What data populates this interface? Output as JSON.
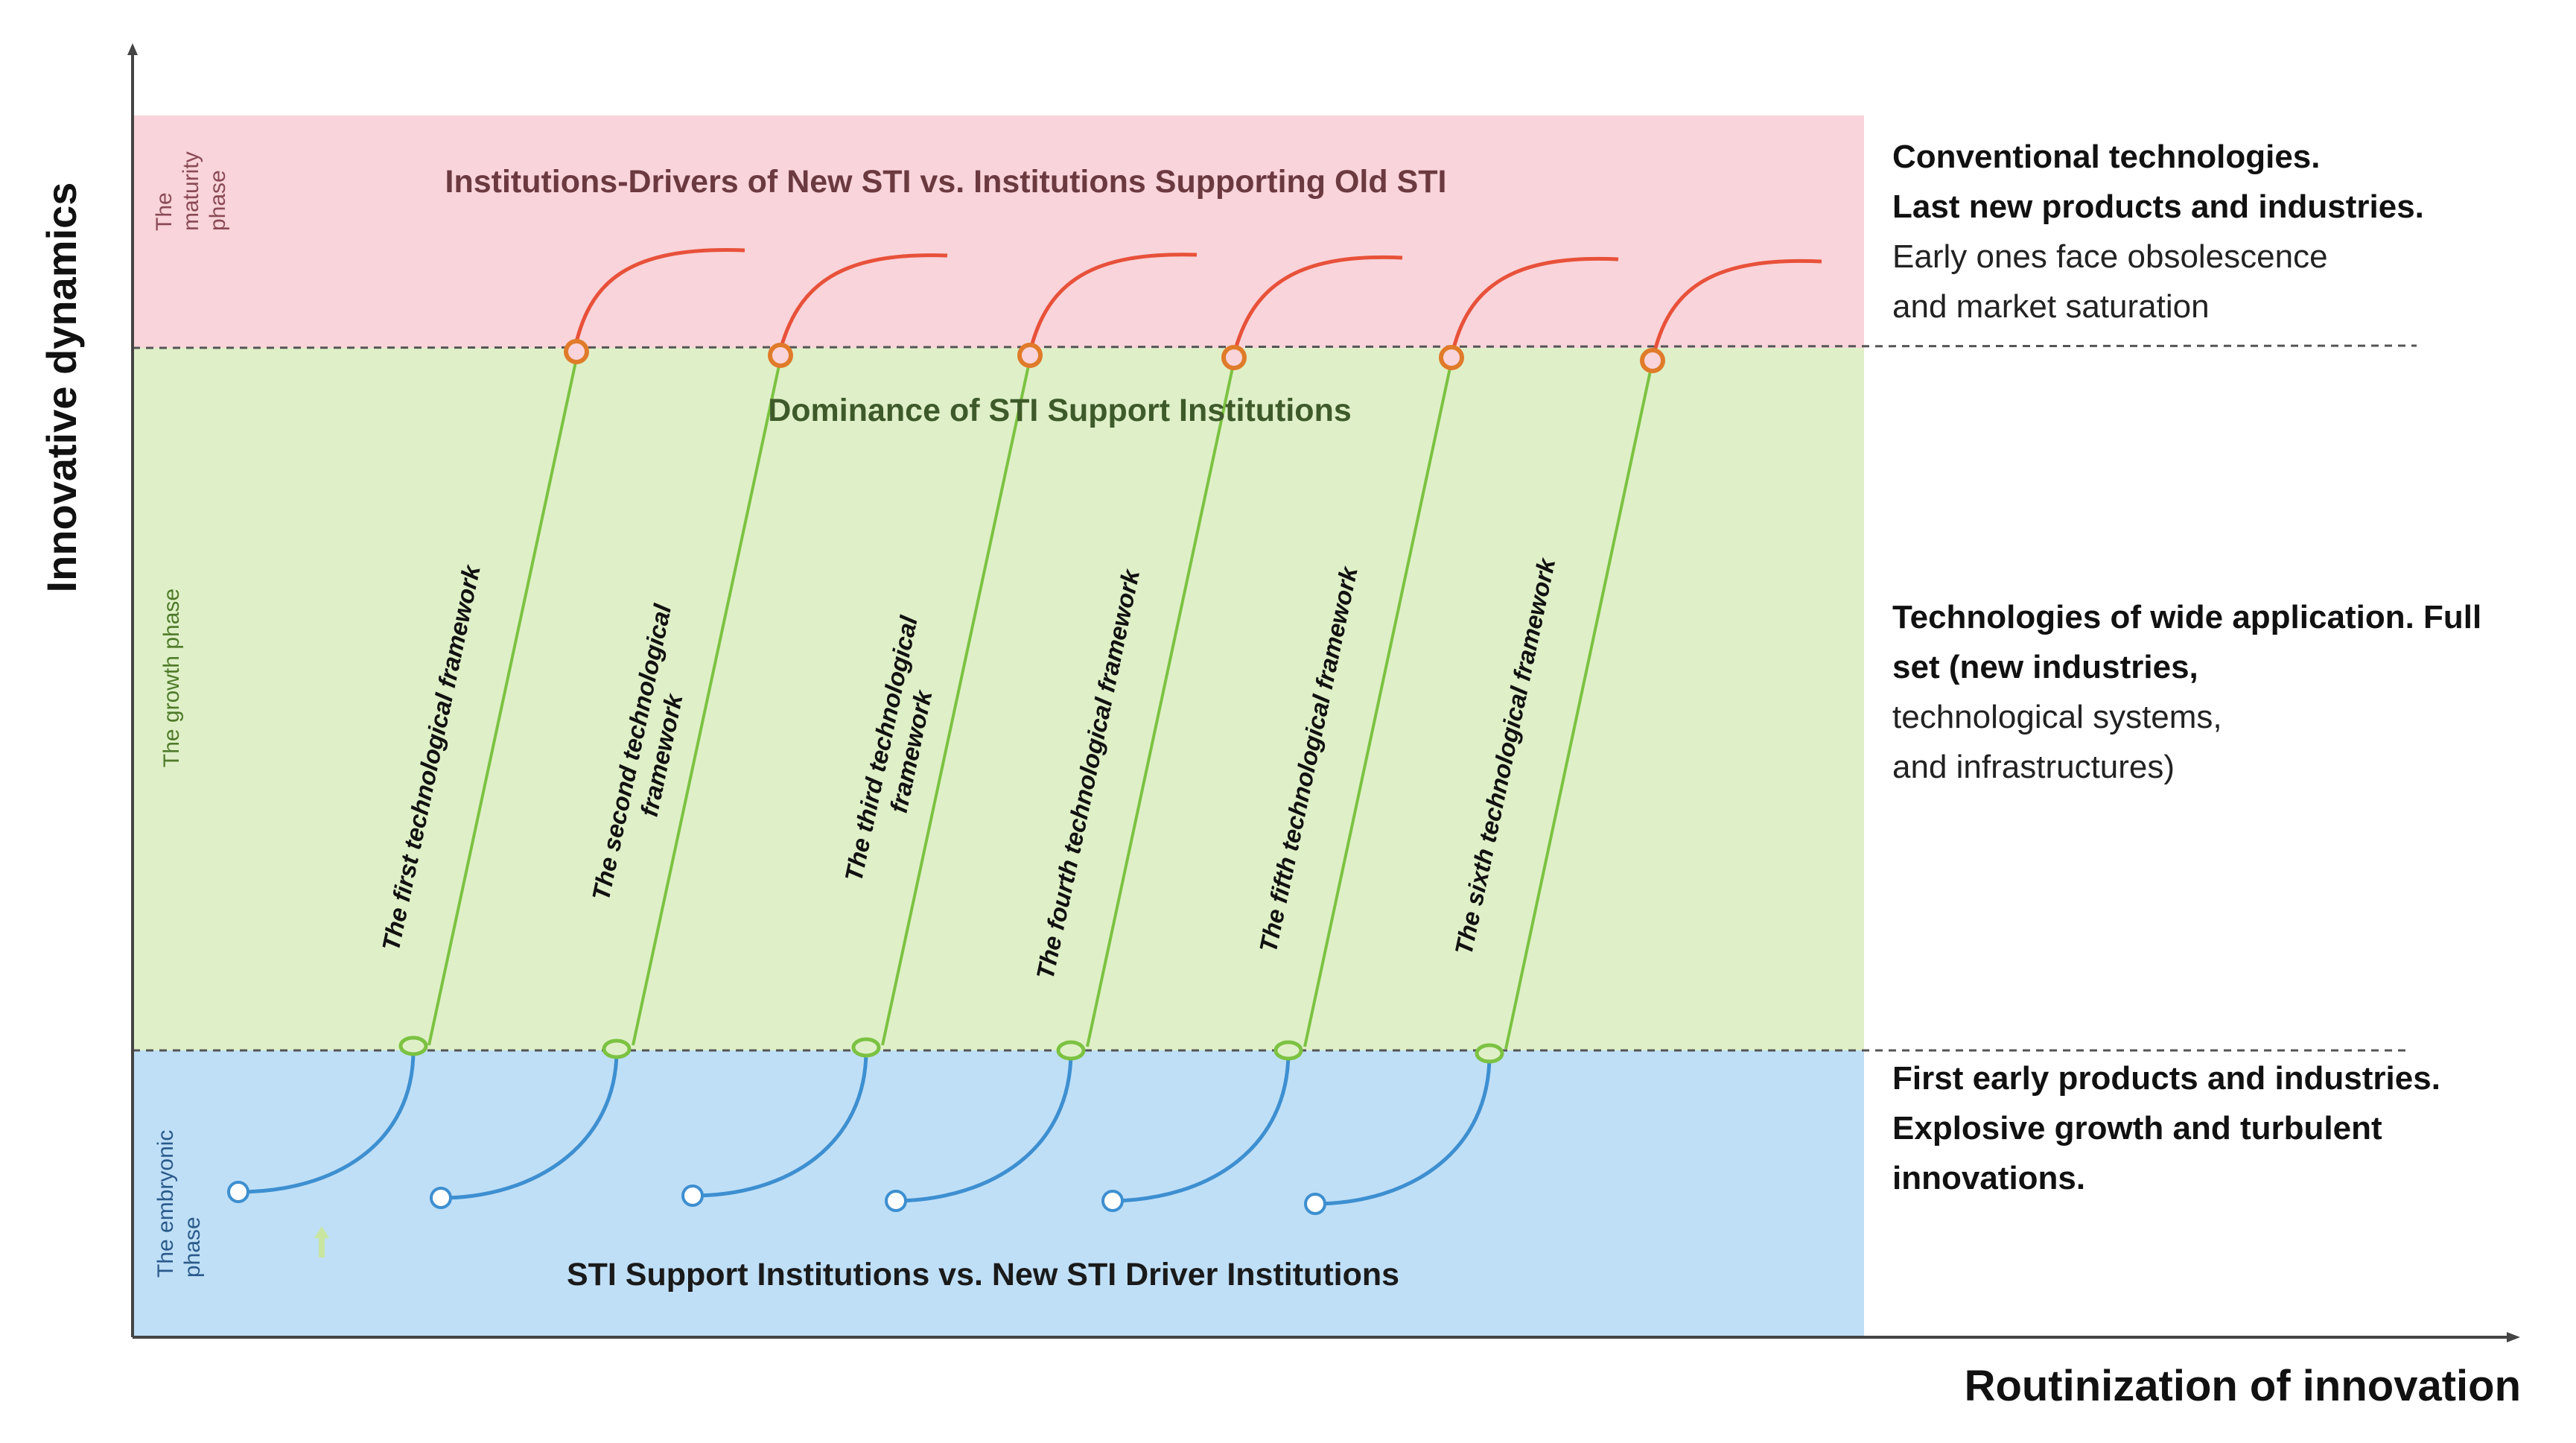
{
  "axes": {
    "y_label": "Innovative dynamics",
    "x_label": "Routinization of innovation"
  },
  "phases": {
    "maturity": {
      "lines": [
        "The",
        "maturity",
        "phase"
      ]
    },
    "growth": {
      "lines": [
        "The growth phase"
      ]
    },
    "embryonic": {
      "lines": [
        "The embryonic",
        "phase"
      ]
    }
  },
  "band_titles": {
    "maturity": "Institutions-Drivers of New STI vs. Institutions Supporting Old STI",
    "growth": "Dominance of STI Support Institutions",
    "embryonic": "STI Support Institutions vs. New STI Driver Institutions"
  },
  "frameworks": [
    {
      "label": [
        "The first technological framework"
      ]
    },
    {
      "label": [
        "The second technological",
        "framework"
      ]
    },
    {
      "label": [
        "The third technological",
        "framework"
      ]
    },
    {
      "label": [
        "The fourth technological framework"
      ]
    },
    {
      "label": [
        "The fifth technological framework"
      ]
    },
    {
      "label": [
        "The sixth technological framework"
      ]
    }
  ],
  "side_notes": {
    "maturity": [
      {
        "text": "Conventional technologies.",
        "bold": true
      },
      {
        "text": "Last new products and industries.",
        "bold": true
      },
      {
        "text": "Early ones face obsolescence",
        "bold": false
      },
      {
        "text": "and market saturation",
        "bold": false
      }
    ],
    "growth": [
      {
        "text": "Technologies of wide application. Full",
        "bold": true
      },
      {
        "text": "set (new industries,",
        "bold": true
      },
      {
        "text": " technological systems,",
        "bold": false
      },
      {
        "text": " and infrastructures)",
        "bold": false
      }
    ],
    "embryonic": [
      {
        "text": "First early products and industries.",
        "bold": true
      },
      {
        "text": "Explosive growth and turbulent",
        "bold": true
      },
      {
        "text": "innovations.",
        "bold": true
      }
    ]
  },
  "colors": {
    "maturity_band": "#f9d4da",
    "growth_band": "#dff0c8",
    "embryonic_band": "#bfdff7",
    "maturity_curve": "#e8513a",
    "growth_line": "#7cc242",
    "embryonic_curve": "#3d8fd0",
    "maturity_title": "#6b3a40",
    "growth_title": "#3e5a2a",
    "embryonic_title": "#1a1a1a",
    "phase_label_maturity": "#8a4a55",
    "phase_label_growth": "#4f7a2a",
    "phase_label_embryonic": "#2a5a8a"
  }
}
